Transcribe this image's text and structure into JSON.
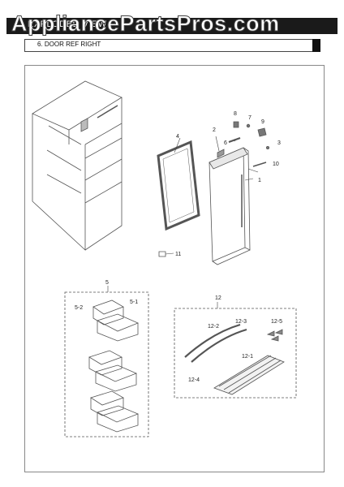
{
  "watermark": "AppliancePartsPros.com",
  "header": {
    "section_title": "EXPLODED VIEW",
    "sub_title": "6. DOOR REF RIGHT"
  },
  "callouts": {
    "c1": "1",
    "c2": "2",
    "c3": "3",
    "c4": "4",
    "c5": "5",
    "c5_1": "5-1",
    "c5_2": "5-2",
    "c6": "6",
    "c7": "7",
    "c8": "8",
    "c9": "9",
    "c10": "10",
    "c11": "11",
    "c12": "12",
    "c12_1": "12-1",
    "c12_2": "12-2",
    "c12_3": "12-3",
    "c12_4": "12-4",
    "c12_5": "12-5"
  }
}
